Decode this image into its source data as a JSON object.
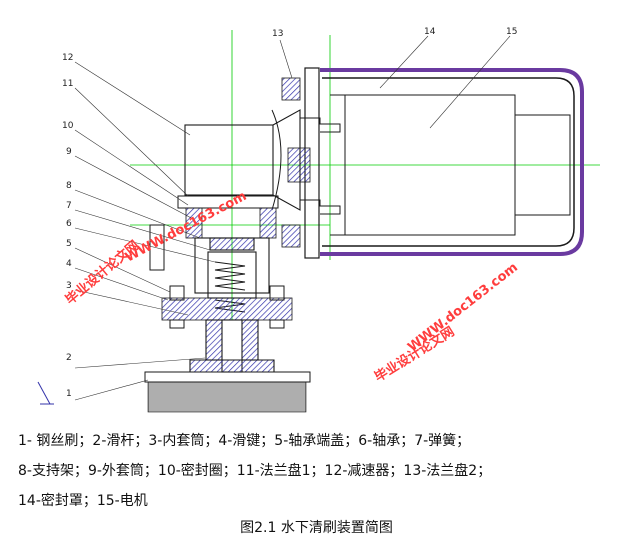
{
  "part_numbers": [
    "1",
    "2",
    "3",
    "4",
    "5",
    "6",
    "7",
    "8",
    "9",
    "10",
    "11",
    "12",
    "13",
    "14",
    "15"
  ],
  "legend": {
    "line1": "1- 钢丝刷；2-滑杆；3-内套筒；4-滑键；5-轴承端盖；6-轴承；7-弹簧；",
    "line2": "8-支持架；9-外套筒；10-密封圈；11-法兰盘1；12-减速器；13-法兰盘2；",
    "line3": "14-密封罩；15-电机"
  },
  "caption": "图2.1  水下清刷装置简图",
  "watermark": {
    "text_cn": "毕业设计论文网",
    "text_url": "WWW.doc163.com"
  },
  "colors": {
    "outline": "#1a1a1a",
    "hatch": "#3333aa",
    "centerline": "#00cc00",
    "watermark": "#ff3d3d",
    "seal": "#6a3aa0"
  }
}
